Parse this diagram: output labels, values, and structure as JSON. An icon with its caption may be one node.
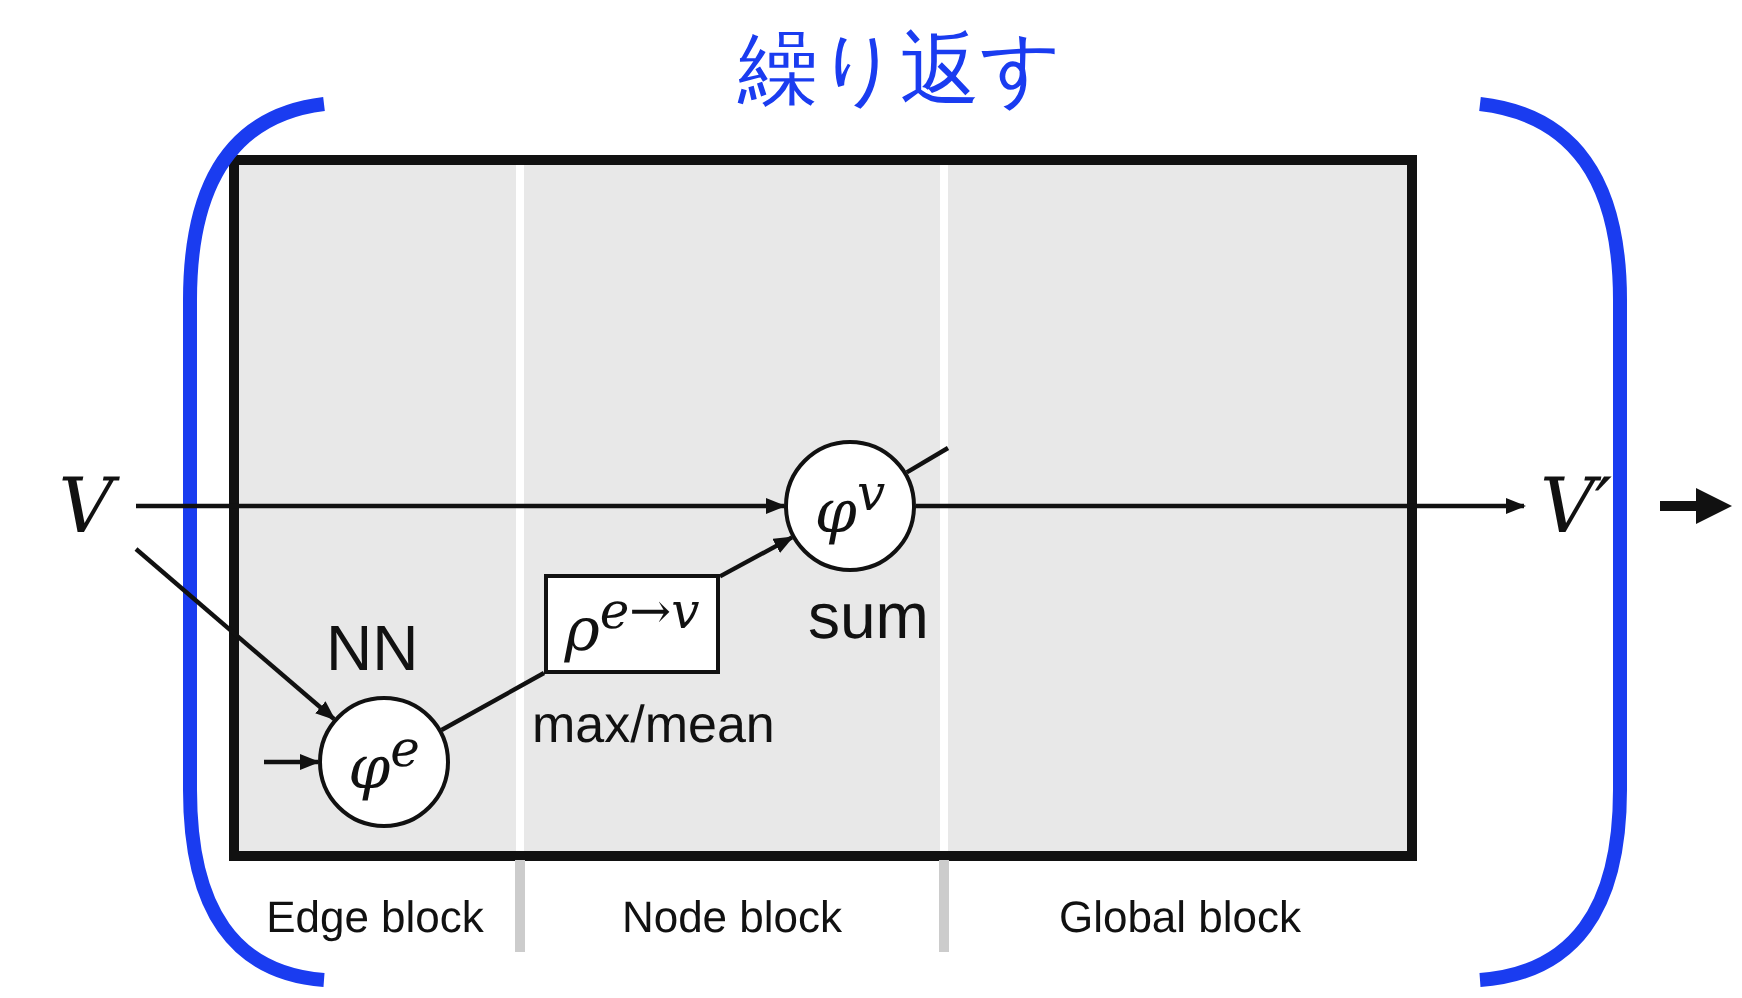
{
  "diagram": {
    "title": "繰り返す",
    "nodes": [
      {
        "text": [
          "V"
        ]
      },
      {
        "text": [
          "φ$^{e}$"
        ],
        "beside": [
          "NN"
        ]
      },
      {
        "text": [
          "ρ$^{e→v}$"
        ],
        "beside": [
          "max/mean"
        ]
      },
      {
        "text": [
          "φ$^{v}$"
        ],
        "beside": [
          "sum"
        ]
      },
      {
        "text": [
          "V′"
        ]
      }
    ],
    "edges": [
      {
        "from": 0,
        "to": 1,
        "arrow": "to"
      },
      {
        "from": null,
        "to": 1,
        "arrow": "to"
      },
      {
        "from": 0,
        "to": 3,
        "arrow": "to"
      },
      {
        "from": 1,
        "to": 2,
        "arrow": "none"
      },
      {
        "from": 2,
        "to": 3,
        "arrow": "to"
      },
      {
        "from": 3,
        "to": 4,
        "arrow": "to"
      },
      {
        "from": 3,
        "to": null,
        "arrow": "none"
      }
    ],
    "labels": [
      "Edge block",
      "Node block",
      "Global block"
    ]
  }
}
